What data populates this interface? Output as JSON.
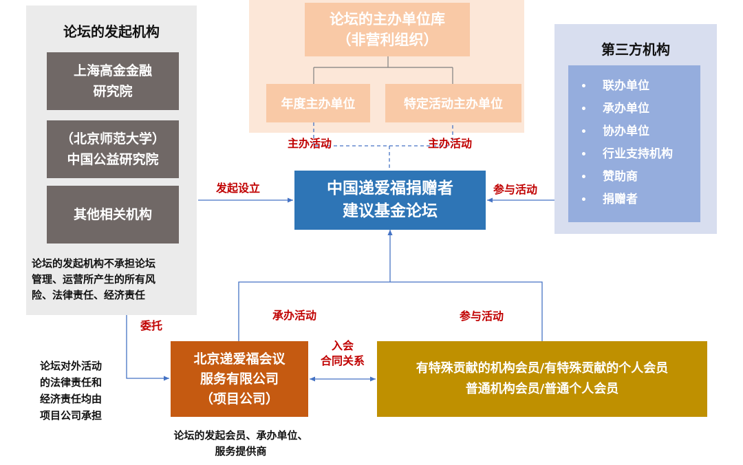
{
  "left_panel": {
    "title": "论坛的发起机构",
    "boxes": [
      {
        "line1": "上海高金金融",
        "line2": "研究院"
      },
      {
        "line1": "（北京师范大学）",
        "line2": "中国公益研究院"
      },
      {
        "line1": "其他相关机构",
        "line2": ""
      }
    ],
    "note": [
      "论坛的发起机构不承担论坛",
      "管理、运营所产生的所有风",
      "险、法律责任、经济责任"
    ]
  },
  "top_panel": {
    "title_line1": "论坛的主办单位库",
    "title_line2": "（非营利组织）",
    "annual": "年度主办单位",
    "special": "特定活动主办单位"
  },
  "right_panel": {
    "title": "第三方机构",
    "items": [
      "联办单位",
      "承办单位",
      "协办单位",
      "行业支持机构",
      "赞助商",
      "捐赠者"
    ],
    "bullet": "•"
  },
  "center": {
    "line1": "中国递爱福捐赠者",
    "line2": "建议基金论坛"
  },
  "company": {
    "line1": "北京递爱福会议",
    "line2": "服务有限公司",
    "line3": "（项目公司）"
  },
  "members": {
    "line1": "有特殊贡献的机构会员/有特殊贡献的个人会员",
    "line2": "普通机构会员/普通个人会员"
  },
  "labels": {
    "host_left": "主办活动",
    "host_right": "主办活动",
    "initiate": "发起设立",
    "participate_right": "参与活动",
    "entrust": "委托",
    "undertake": "承办活动",
    "participate_bottom": "参与活动",
    "join_line1": "入会",
    "join_line2": "合同关系"
  },
  "notes": {
    "liability": [
      "论坛对外活动",
      "的法律责任和",
      "经济责任均由",
      "项目公司承担"
    ],
    "company_caption_line1": "论坛的发起会员、承办单位、",
    "company_caption_line2": "服务提供商"
  },
  "colors": {
    "center_box": "#2e75b6",
    "company_box": "#c55a11",
    "members_box": "#bf9000",
    "label_red": "#c00000",
    "arrow_blue": "#4472c4"
  }
}
